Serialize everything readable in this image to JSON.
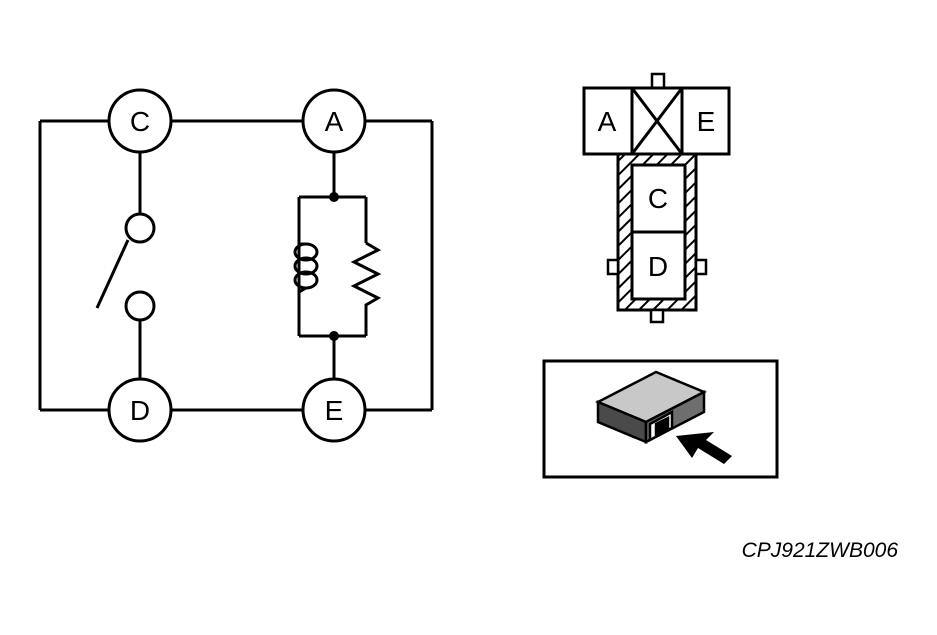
{
  "circuit": {
    "terminals": {
      "c": "C",
      "a": "A",
      "d": "D",
      "e": "E"
    }
  },
  "connector": {
    "top_left": "A",
    "top_right": "E",
    "upper": "C",
    "lower": "D"
  },
  "figure_code": "CPJ921ZWB006"
}
